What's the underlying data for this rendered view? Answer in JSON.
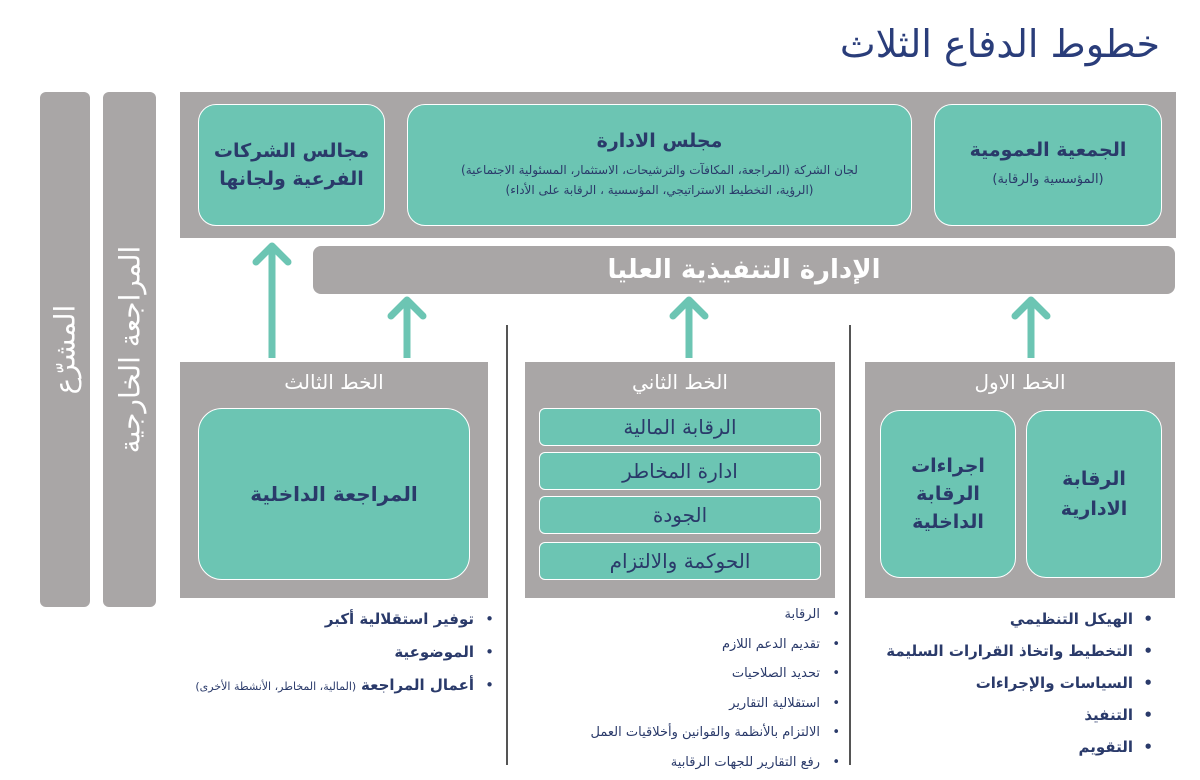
{
  "title": "خطوط الدفاع الثلاث",
  "side_bars": {
    "legislator": "المشرّع",
    "external_audit": "المراجعة الخارجية"
  },
  "governance": {
    "general_assembly": {
      "title": "الجمعية العمومية",
      "sub": "(المؤسسية والرقابة)"
    },
    "board": {
      "title": "مجلس الادارة",
      "line1": "لجان الشركة (المراجعة، المكافآت والترشيحات، الاستثمار، المسئولية الاجتماعية)",
      "line2": "(الرؤية، التخطيط الاستراتيجي، المؤسسية ، الرقابة على الأداء)"
    },
    "subsidiaries": {
      "line1": "مجالس الشركات",
      "line2": "الفرعية ولجانها"
    }
  },
  "executive": "الإدارة التنفيذية العليا",
  "lines": {
    "first": {
      "title": "الخط الاول",
      "box_admin": {
        "line1": "الرقابة",
        "line2": "الادارية"
      },
      "box_internal": {
        "line1": "اجراءات",
        "line2": "الرقابة",
        "line3": "الداخلية"
      },
      "bullets": [
        "الهيكل التنظيمي",
        "التخطيط واتخاذ القرارات السليمة",
        "السياسات والإجراءات",
        "التنفيذ",
        "التقويم"
      ]
    },
    "second": {
      "title": "الخط الثاني",
      "items": [
        "الرقابة المالية",
        "ادارة المخاطر",
        "الجودة",
        "الحوكمة والالتزام"
      ],
      "bullets": [
        "الرقابة",
        "تقديم الدعم اللازم",
        "تحديد الصلاحيات",
        "استقلالية التقارير",
        "الالتزام بالأنظمة والقوانين وأخلاقيات العمل",
        "رفع التقارير للجهات الرقابية"
      ]
    },
    "third": {
      "title": "الخط الثالث",
      "box": "المراجعة الداخلية",
      "bullets": [
        {
          "main": "توفير استقلالية أكبر"
        },
        {
          "main": "الموضوعية"
        },
        {
          "main": "أعمال المراجعة",
          "note": "(المالية، المخاطر، الأنشطة الأخرى)"
        }
      ]
    }
  },
  "colors": {
    "gray": "#a9a6a6",
    "teal": "#6cc5b3",
    "text": "#2a3a6a"
  }
}
